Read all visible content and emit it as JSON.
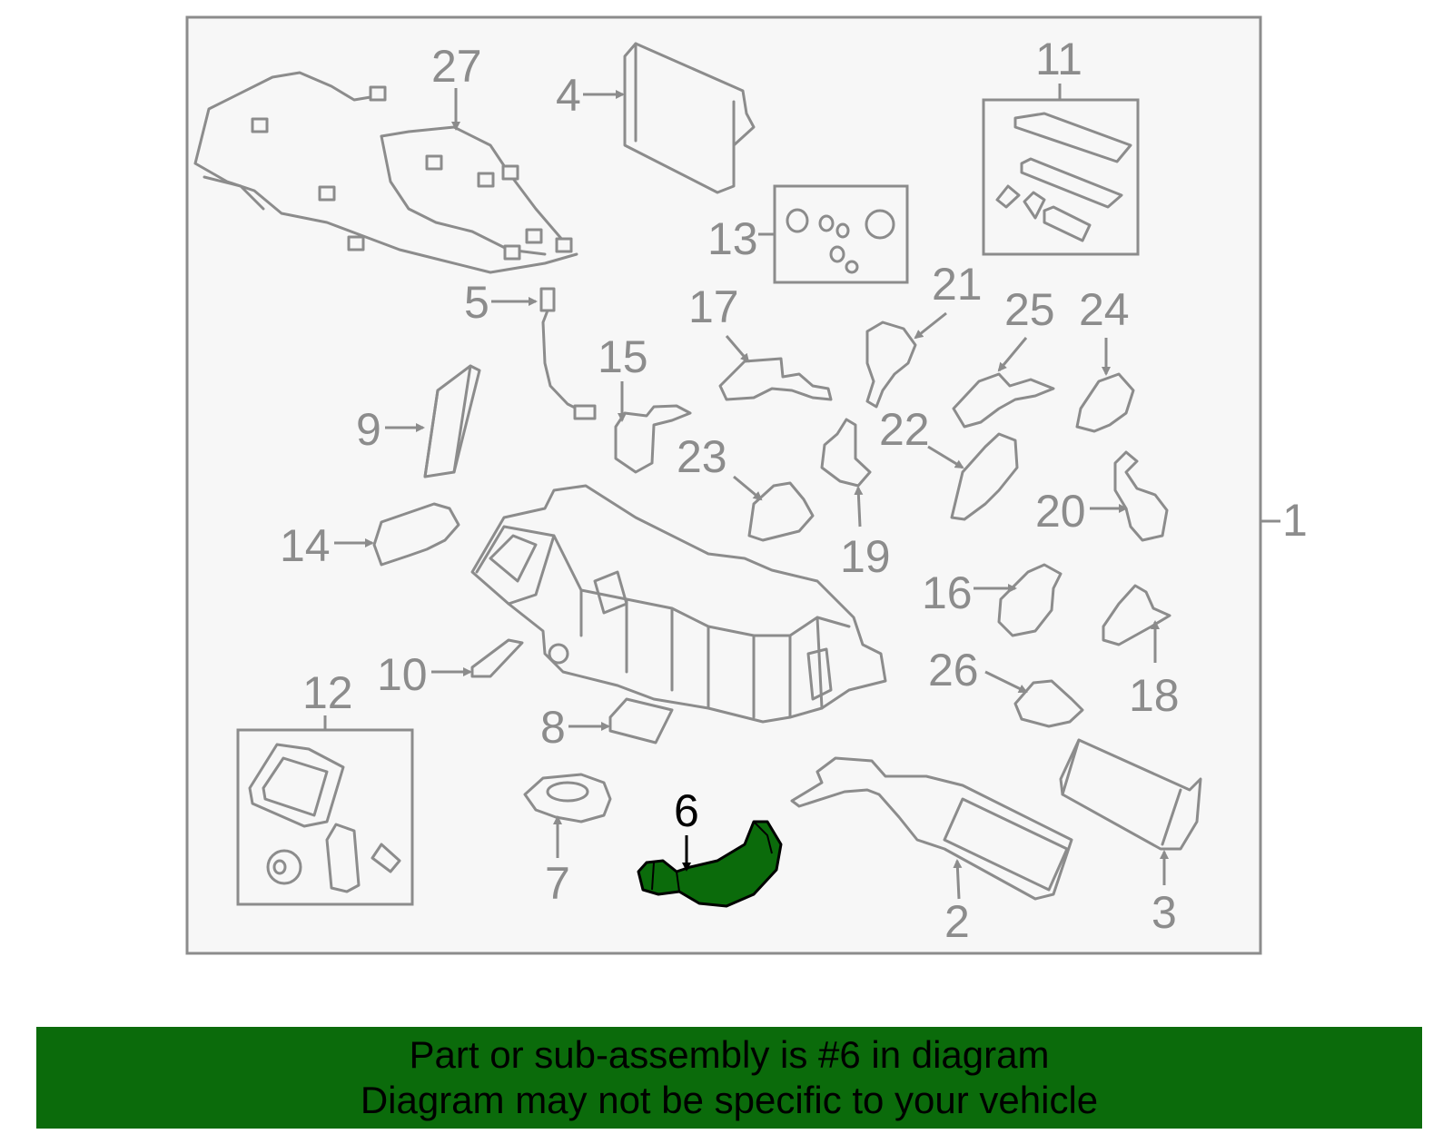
{
  "callouts": {
    "c1": "1",
    "c2": "2",
    "c3": "3",
    "c4": "4",
    "c5": "5",
    "c6": "6",
    "c7": "7",
    "c8": "8",
    "c9": "9",
    "c10": "10",
    "c11": "11",
    "c12": "12",
    "c13": "13",
    "c14": "14",
    "c15": "15",
    "c16": "16",
    "c17": "17",
    "c18": "18",
    "c19": "19",
    "c20": "20",
    "c21": "21",
    "c22": "22",
    "c23": "23",
    "c24": "24",
    "c25": "25",
    "c26": "26",
    "c27": "27"
  },
  "highlighted_part": "6",
  "colors": {
    "line": "#8c8c8c",
    "highlight_fill": "#0b6b0b",
    "banner_bg": "#0b6b0b",
    "text_dark": "#000000"
  },
  "banner": {
    "line1": "Part or sub-assembly is #6 in diagram",
    "line2": "Diagram may not be specific to your vehicle"
  }
}
